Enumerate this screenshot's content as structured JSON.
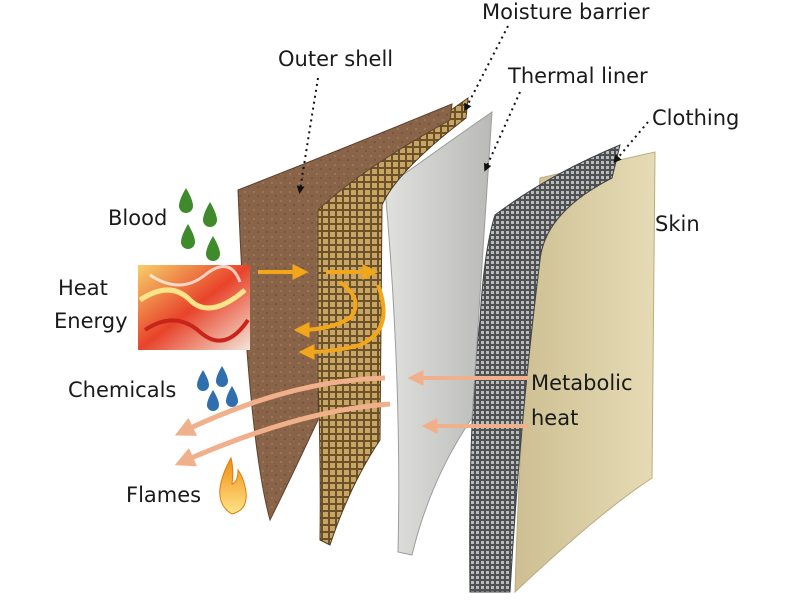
{
  "labels": {
    "moisture_barrier": "Moisture barrier",
    "outer_shell": "Outer shell",
    "thermal_liner": "Thermal liner",
    "clothing": "Clothing",
    "skin": "Skin",
    "blood": "Blood",
    "heat_line1": "Heat",
    "heat_line2": "Energy",
    "chemicals": "Chemicals",
    "metabolic_line1": "Metabolic",
    "metabolic_line2": "heat",
    "flames": "Flames"
  },
  "icons": {
    "blood": "droplet-icon",
    "chemicals": "droplet-icon",
    "flames": "flame-icon",
    "heat_energy": "fire-texture-icon"
  },
  "colors": {
    "outer_shell": "#8a6448",
    "moisture_barrier": "#7a6030",
    "thermal_liner": "#c9cac7",
    "clothing": "#6e7072",
    "skin": "#dccfa4",
    "blood_drop": "#3f8a2a",
    "chemical_drop": "#2f6fae",
    "heat_arrow": "#f2a71b",
    "escape_arrow": "#f0b08c",
    "flame": "#f5a318"
  }
}
